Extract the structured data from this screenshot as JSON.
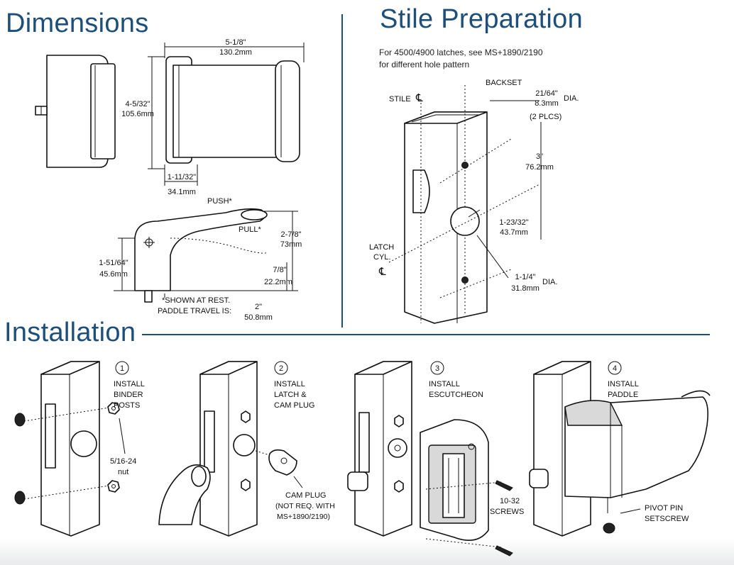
{
  "headings": {
    "dimensions": "Dimensions",
    "stile_preparation": "Stile Preparation",
    "installation": "Installation"
  },
  "stile_note": {
    "line1": "For 4500/4900 latches, see MS+1890/2190",
    "line2": "for different hole pattern"
  },
  "dimensions": {
    "width_in": "5-1/8\"",
    "width_mm": "130.2mm",
    "height_in": "4-5/32\"",
    "height_mm": "105.6mm",
    "depth_in": "1-11/32\"",
    "depth_mm": "34.1mm",
    "push": "PUSH*",
    "pull": "PULL*",
    "total_h_in": "2-7/8\"",
    "total_h_mm": "73mm",
    "body_h_in": "1-51/64\"",
    "body_h_mm": "45.6mm",
    "paddle_in": "7/8\"",
    "paddle_mm": "22.2mm",
    "note_line1": "*SHOWN AT REST.",
    "note_line2": "PADDLE TRAVEL IS:",
    "travel_in": "2\"",
    "travel_mm": "50.8mm"
  },
  "stile": {
    "stile_cl": "STILE",
    "backset": "BACKSET",
    "hole_small_in": "21/64\"",
    "hole_small_mm": "8.3mm",
    "dia": "DIA.",
    "plcs": "(2 PLCS)",
    "spacing_in": "3\"",
    "spacing_mm": "76.2mm",
    "offset_in": "1-23/32\"",
    "offset_mm": "43.7mm",
    "latch": "LATCH",
    "cyl": "CYL.",
    "hole_large_in": "1-1/4\"",
    "hole_large_mm": "31.8mm",
    "dia2": "DIA.",
    "cl_symbol": "℄"
  },
  "steps": [
    {
      "num": "1",
      "line1": "INSTALL",
      "line2": "BINDER",
      "line3": "POSTS"
    },
    {
      "num": "2",
      "line1": "INSTALL",
      "line2": "LATCH &",
      "line3": "CAM PLUG"
    },
    {
      "num": "3",
      "line1": "INSTALL",
      "line2": "ESCUTCHEON",
      "line3": ""
    },
    {
      "num": "4",
      "line1": "INSTALL",
      "line2": "PADDLE",
      "line3": ""
    }
  ],
  "callouts": {
    "nut_line1": "5/16-24",
    "nut_line2": "nut",
    "cam_line1": "CAM PLUG",
    "cam_line2": "(NOT REQ. WITH",
    "cam_line3": "MS+1890/2190)",
    "screws_line1": "10-32",
    "screws_line2": "SCREWS",
    "pivot_line1": "PIVOT PIN",
    "pivot_line2": "SETSCREW"
  },
  "colors": {
    "heading": "#1d4f7a",
    "rule": "#1d4f7a",
    "ink": "#111111"
  }
}
